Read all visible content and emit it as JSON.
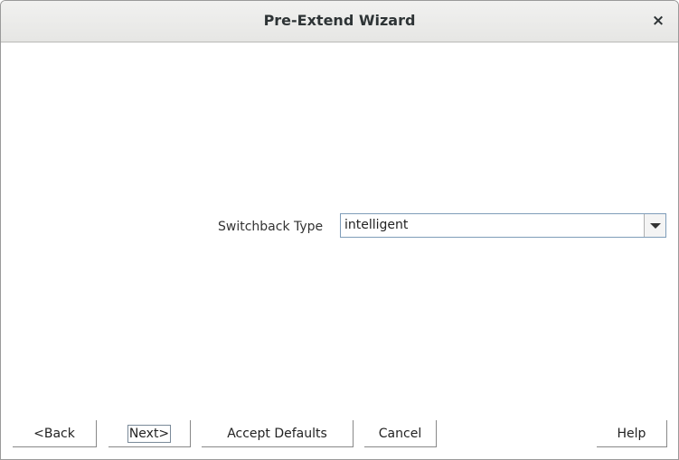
{
  "window": {
    "title": "Pre-Extend Wizard",
    "close_glyph": "×"
  },
  "form": {
    "switchback_label": "Switchback Type",
    "switchback_value": "intelligent"
  },
  "buttons": {
    "back": "<Back",
    "next": "Next>",
    "accept_defaults": "Accept Defaults",
    "cancel": "Cancel",
    "help": "Help"
  },
  "icons": {
    "close": "close-icon",
    "dropdown": "chevron-down-icon"
  }
}
